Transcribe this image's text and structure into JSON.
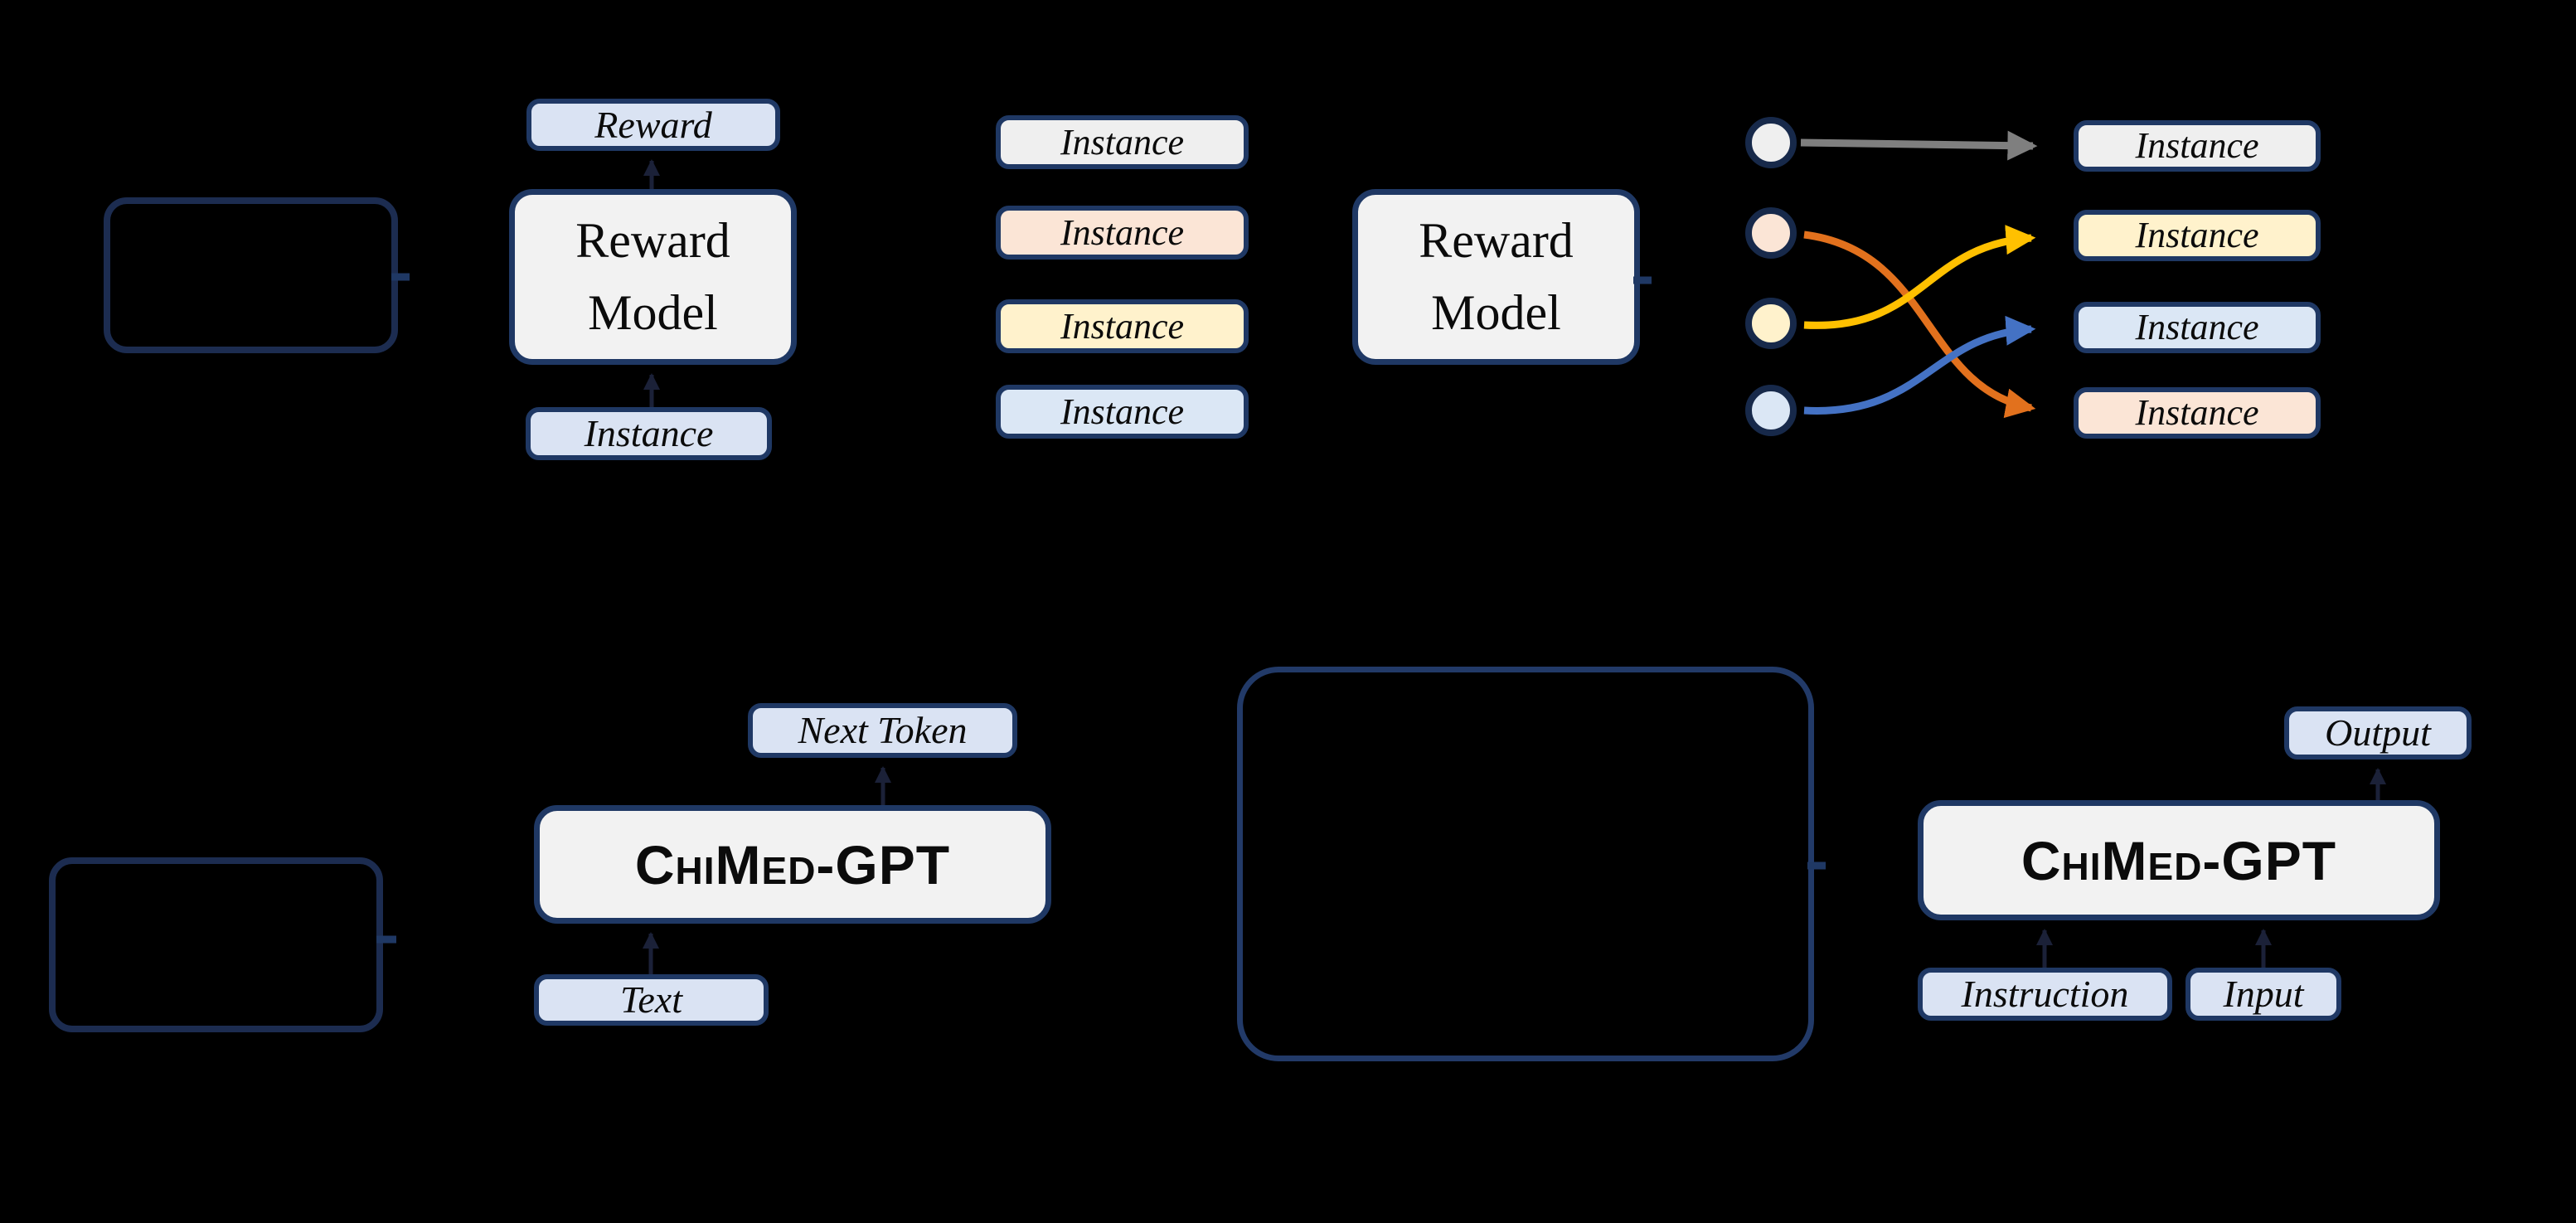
{
  "figure": {
    "description": "Three-stage model diagram with reward model training, reward-based ranking, pre-training and instruction fine-tuning",
    "background": "#000000"
  },
  "colors": {
    "label_fill": "#dae3f3",
    "model_fill": "#f2f2f2",
    "border_navy": "#1f3864",
    "dark_box_border": "#1c2c50",
    "big_panel_border": "#223a68",
    "instance_gray": "#efefef",
    "instance_peach": "#fbe5d6",
    "instance_yellow": "#fff2cc",
    "instance_blue": "#dbe7f5",
    "arrow_gray": "#7f7f7f",
    "arrow_orange": "#e2711d",
    "arrow_yellow": "#ffc000",
    "arrow_blue": "#4472c4",
    "connector": "#1b2138"
  },
  "reward_training": {
    "reward_label": "Reward",
    "model_label": "Reward\nModel",
    "instance_label": "Instance"
  },
  "ranking": {
    "input_instances": [
      {
        "label": "Instance",
        "color": "gray"
      },
      {
        "label": "Instance",
        "color": "peach"
      },
      {
        "label": "Instance",
        "color": "yellow"
      },
      {
        "label": "Instance",
        "color": "blue"
      }
    ],
    "model_label": "Reward\nModel",
    "score_circles": [
      {
        "color": "gray"
      },
      {
        "color": "peach"
      },
      {
        "color": "yellow"
      },
      {
        "color": "blue"
      }
    ],
    "ranked_instances": [
      {
        "label": "Instance",
        "color": "gray"
      },
      {
        "label": "Instance",
        "color": "yellow"
      },
      {
        "label": "Instance",
        "color": "blue"
      },
      {
        "label": "Instance",
        "color": "peach"
      }
    ]
  },
  "pretraining": {
    "next_token_label": "Next Token",
    "model_label": "ChiMed-GPT",
    "text_label": "Text"
  },
  "sft": {
    "output_label": "Output",
    "model_label": "ChiMed-GPT",
    "instruction_label": "Instruction",
    "input_label": "Input"
  }
}
